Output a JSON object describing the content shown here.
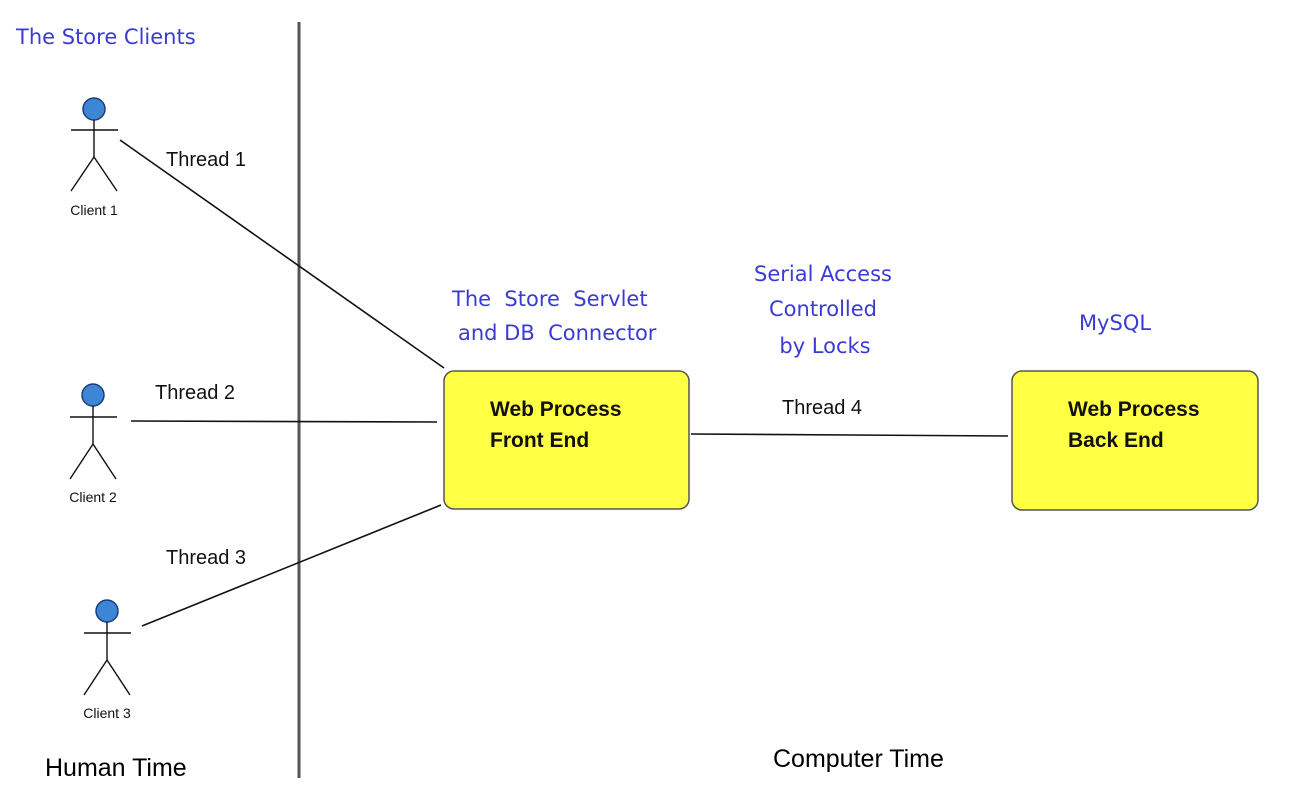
{
  "header": {
    "title": "The Store Clients"
  },
  "clients": [
    {
      "label": "Client 1"
    },
    {
      "label": "Client 2"
    },
    {
      "label": "Client 3"
    }
  ],
  "threads": {
    "t1": "Thread 1",
    "t2": "Thread 2",
    "t3": "Thread 3",
    "t4": "Thread 4"
  },
  "front_end": {
    "caption_line1": "The  Store  Servlet",
    "caption_line2": "and DB  Connector",
    "label_line1": "Web Process",
    "label_line2": "Front End"
  },
  "serial_access": {
    "line1": "Serial Access",
    "line2": "Controlled",
    "line3": "by Locks"
  },
  "back_end": {
    "caption": "MySQL",
    "label_line1": "Web Process",
    "label_line2": "Back End"
  },
  "footer": {
    "human_time": "Human Time",
    "computer_time": "Computer Time"
  },
  "colors": {
    "box_fill": "#ffff44",
    "caption_blue": "#3b3bd4",
    "actor_head": "#3d86d6"
  }
}
